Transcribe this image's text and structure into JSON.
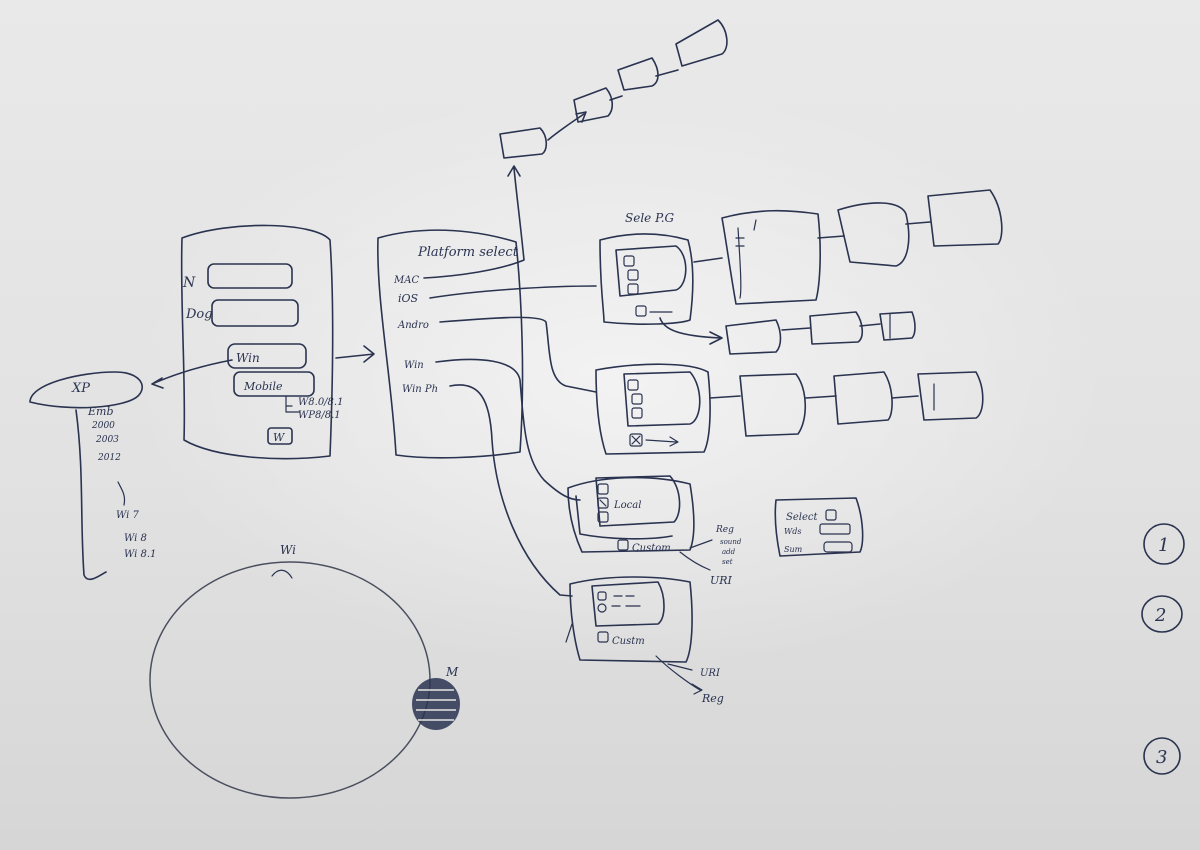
{
  "colors": {
    "board": "#e6e6e6",
    "ink": "#2a3350"
  },
  "left_panel": {
    "label_n": "N",
    "label_dog": "Dog",
    "win": "Win",
    "mobile": "Mobile",
    "wp_versions_1": "W8.0/8.1",
    "wp_versions_2": "WP8/8.1",
    "bottom_box": "W"
  },
  "xp_bubble": {
    "title": "XP",
    "embedded": "Emb",
    "years": [
      "2000",
      "2003",
      "2012"
    ],
    "later": [
      "Wi 7",
      "Wi 8",
      "Wi 8.1"
    ]
  },
  "platform_panel": {
    "title": "Platform select",
    "items": [
      "MAC",
      "iOS",
      "Andro",
      "Win",
      "Win Ph"
    ]
  },
  "select_panel": {
    "title": "Sele P.G"
  },
  "local_box": {
    "local": "Local",
    "custom": "Custom"
  },
  "annotations_right_of_local": [
    "Reg",
    "sound",
    "add",
    "set",
    "URI"
  ],
  "custom_box2": {
    "custom": "Custm",
    "uri": "URI",
    "reg": "Reg"
  },
  "small_card": {
    "select": "Select",
    "rows": [
      "Wds",
      "Sum"
    ]
  },
  "circle": {
    "label_top": "Wi",
    "label_m": "M"
  },
  "step_numbers": [
    "1",
    "2",
    "3"
  ]
}
